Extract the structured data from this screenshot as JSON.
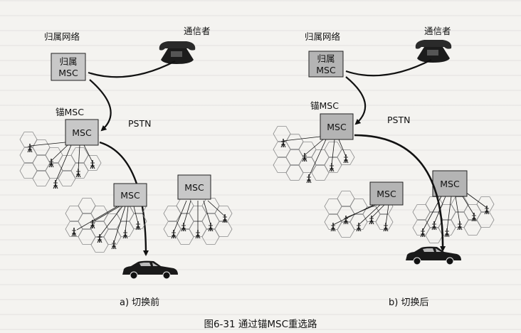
{
  "left": {
    "home_network_label": "归属网络",
    "home_msc_line1": "归属",
    "home_msc_line2": "MSC",
    "caller_label": "通信者",
    "anchor_label": "锚MSC",
    "pstn_label": "PSTN",
    "msc_label": "MSC",
    "caption": "a) 切换前"
  },
  "right": {
    "home_network_label": "归属网络",
    "home_msc_line1": "归属",
    "home_msc_line2": "MSC",
    "caller_label": "通信者",
    "anchor_label": "锚MSC",
    "pstn_label": "PSTN",
    "msc_label": "MSC",
    "caption": "b) 切换后"
  },
  "figure_caption": "图6-31   通过锚MSC重选路"
}
